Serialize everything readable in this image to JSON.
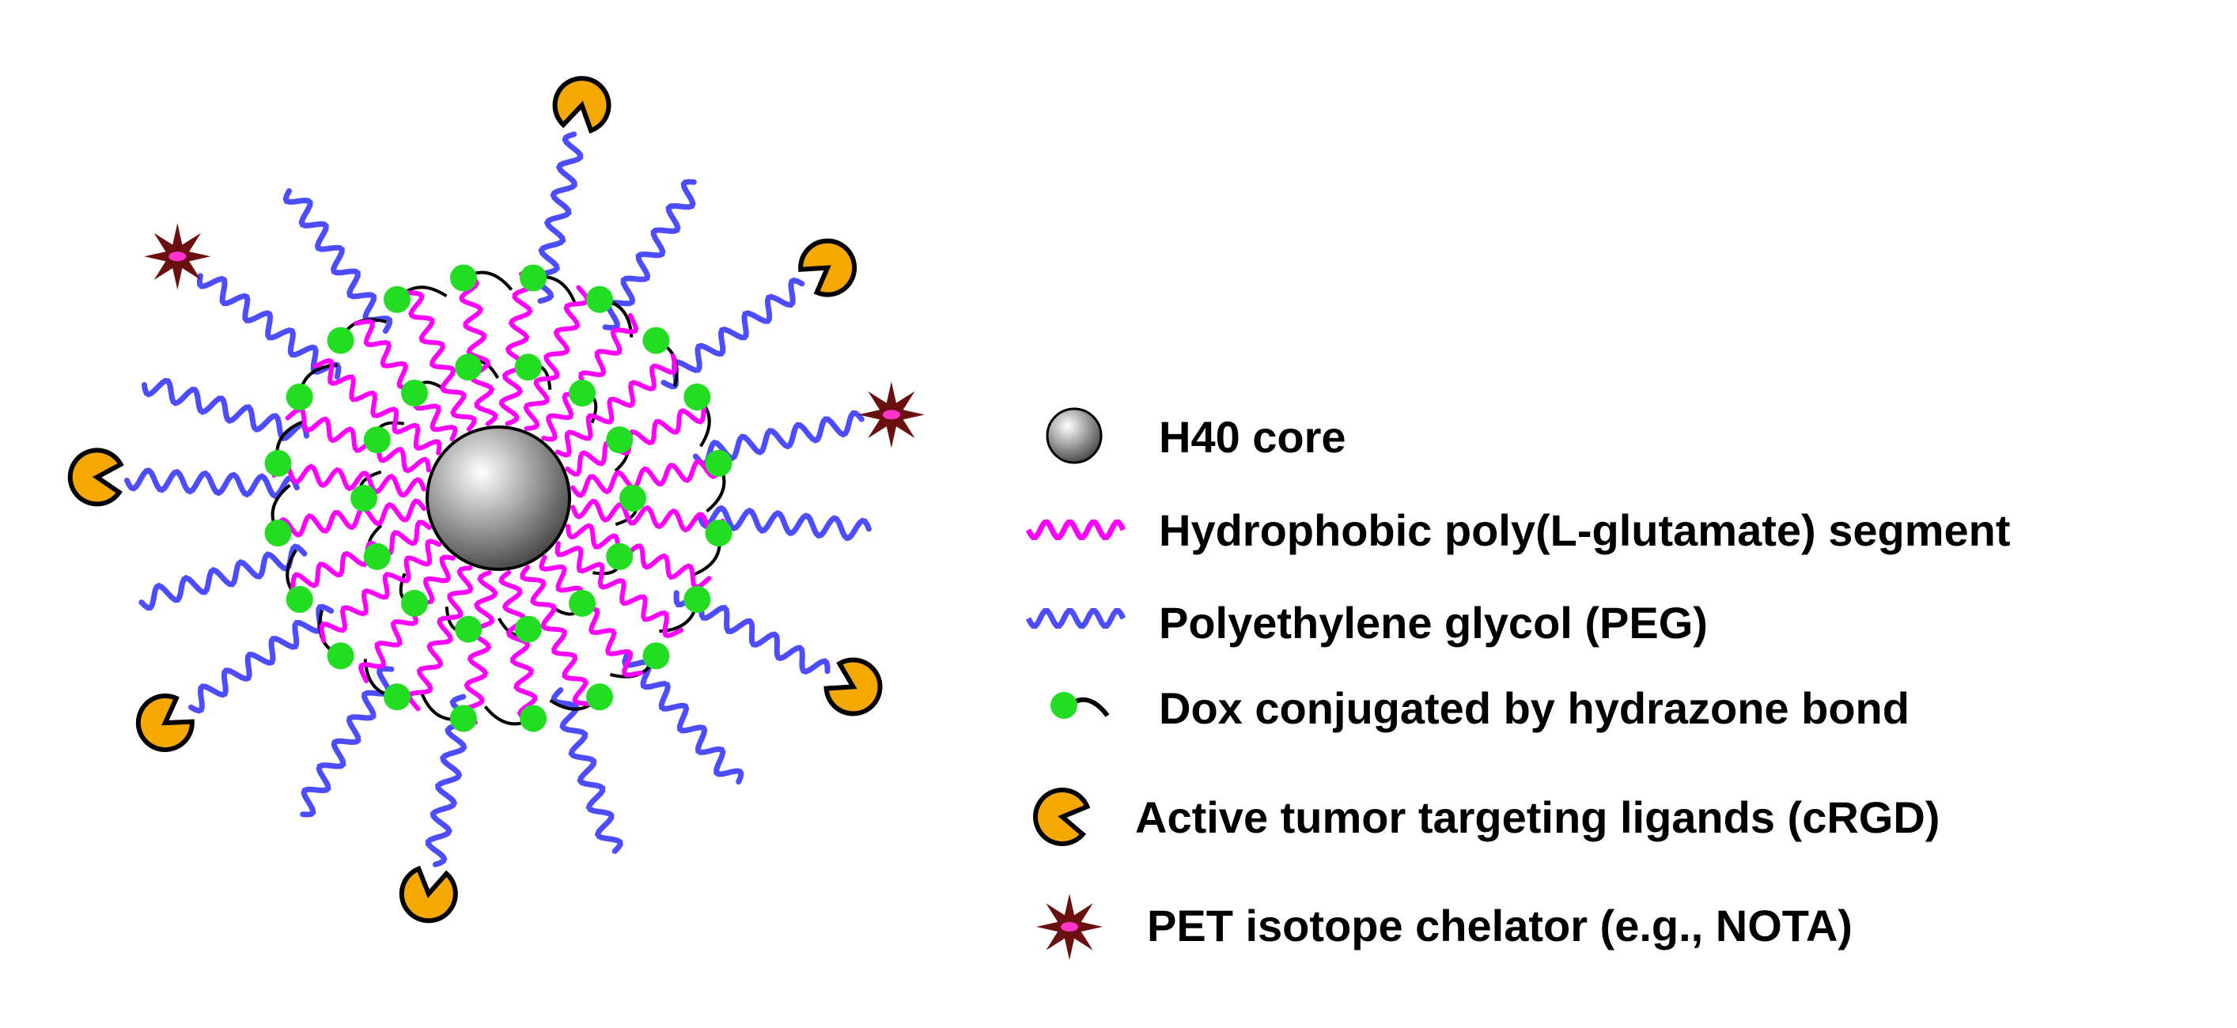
{
  "colors": {
    "background": "#ffffff",
    "core_light": "#ffffff",
    "core_dark": "#4a4a4a",
    "hydrophobic_segment": "#ff00ff",
    "peg": "#4d4dff",
    "dox": "#22dd22",
    "hydrazone_bond": "#000000",
    "ligand": "#f5a800",
    "chelator": "#6b1010",
    "chelator_center": "#ff33cc"
  },
  "icons": {
    "core": "sphere-icon",
    "hydrophobic_segment": "magenta-wave-icon",
    "peg": "blue-wave-icon",
    "dox": "green-dot-bond-icon",
    "ligand": "pacman-ligand-icon",
    "chelator": "star-chelator-icon"
  },
  "legend": {
    "core": "H40 core",
    "hydrophobic_segment": "Hydrophobic poly(L-glutamate) segment",
    "peg": "Polyethylene glycol (PEG)",
    "dox": "Dox conjugated by hydrazone bond",
    "ligand": "Active tumor targeting ligands (cRGD)",
    "chelator": "PET isotope chelator (e.g., NOTA)"
  }
}
